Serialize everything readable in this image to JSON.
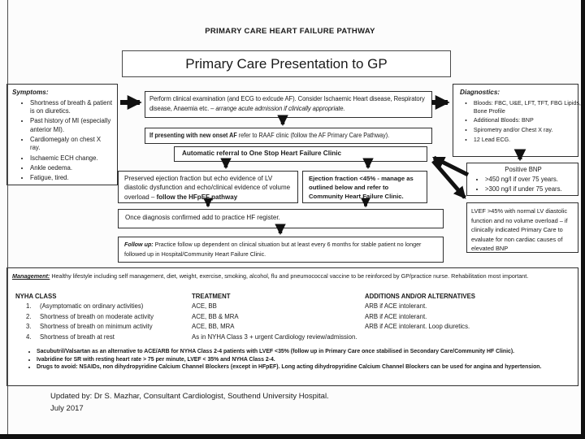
{
  "page": {
    "title": "PRIMARY CARE HEART FAILURE PATHWAY",
    "header": "Primary Care Presentation to GP"
  },
  "colors": {
    "ink": "#1a1a1a",
    "border": "#2f2f2f"
  },
  "symptoms": {
    "heading": "Symptoms:",
    "items": [
      "Shortness of breath & patient is on diuretics.",
      "Past history of MI (especially anterior MI).",
      "Cardiomegaly on chest X ray.",
      "Ischaemic ECH change.",
      "Ankle oedema.",
      "Fatigue, tired."
    ]
  },
  "flow": {
    "exam": {
      "main": "Perform clinical examination (and ECG to exlcude AF). Consider Ischaemic Heart disease, Respiratory disease, Anaemia etc. – ",
      "italic": "arrange acute admission if clinically appropriate."
    },
    "af": {
      "bold": "If presenting with new onset AF",
      "rest": " refer to RAAF clinic (follow the AF Primary Care Pathway)."
    },
    "auto_referral": "Automatic referral to One Stop Heart Failure Clinic",
    "preserved_ef": {
      "main": "Preserved ejection fraction but echo evidence of LV diastolic dysfunction and echo/clinical evidence of volume overload – ",
      "bold": "follow the HFpEF pathway"
    },
    "reduced_ef": "Ejection fraction <45% - manage as outlined below and refer to Community Heart Failure Clinic.",
    "register": "Once diagnosis confirmed add to practice HF register.",
    "follow_up": {
      "label": "Follow up:",
      "rest": " Practice follow up dependent on clinical situation but at least every 6 months for stable patient no longer followed up in Hospital/Community Heart Failure Clinic."
    }
  },
  "diagnostics": {
    "heading": "Diagnostics:",
    "items": [
      "Bloods: FBC, U&E, LFT, TFT, FBG Lipids, Bone Profile",
      "Additional Bloods: BNP",
      "Spirometry and/or Chest X ray.",
      "12 Lead ECG."
    ]
  },
  "bnp": {
    "heading": "Positive BNP",
    "items": [
      ">450 ng/l if over 75 years.",
      ">300 ng/l if under 75 years."
    ]
  },
  "lvef": "LVEF >45% with normal LV diastolic function and no volume overload – if clinically indicated Primary Care to evaluate for non cardiac causes of elevated BNP",
  "management": {
    "label": "Management:",
    "intro": " Healthy lifestyle including self management, diet, weight, exercise, smoking, alcohol, flu and pneumococcal vaccine to be reinforced by GP/practice nurse. Rehabilitation most important.",
    "table": {
      "col1": "NYHA CLASS",
      "col2": "TREATMENT",
      "col3": "ADDITIONS AND/OR ALTERNATIVES",
      "rows": [
        {
          "num": "1.",
          "class": "(Asymptomatic on ordinary activities)",
          "treatment": "ACE, BB",
          "additions": "ARB if ACE intolerant."
        },
        {
          "num": "2.",
          "class": "Shortness of breath on moderate activity",
          "treatment": "ACE, BB & MRA",
          "additions": "ARB if ACE intolerant."
        },
        {
          "num": "3.",
          "class": "Shortness of breath on minimum activity",
          "treatment": "ACE, BB, MRA",
          "additions": "ARB if ACE intolerant. Loop diuretics."
        },
        {
          "num": "4.",
          "class": "Shortness of breath at rest",
          "treatment": "As in NYHA Class 3 + urgent Cardiology review/admission.",
          "additions": ""
        }
      ]
    },
    "bullets": [
      "Sacubutril/Valsartan as an alternative to ACE/ARB for NYHA Class 2-4 patients with LVEF <35% (follow up in Primary Care once stabilised in Secondary Care/Community HF Clinic).",
      "Ivabridine for SR with resting heart rate > 75 per minute, LVEF < 35% and NYHA Class 2-4.",
      "Drugs to avoid: NSAIDs, non dihydropyridine Calcium Channel Blockers (except in HFpEF). Long acting dihydropyridine Calcium Channel Blockers can be used for angina and hypertension."
    ]
  },
  "footer": {
    "line1": "Updated by: Dr S. Mazhar, Consultant Cardiologist, Southend University Hospital.",
    "line2": "July 2017"
  }
}
